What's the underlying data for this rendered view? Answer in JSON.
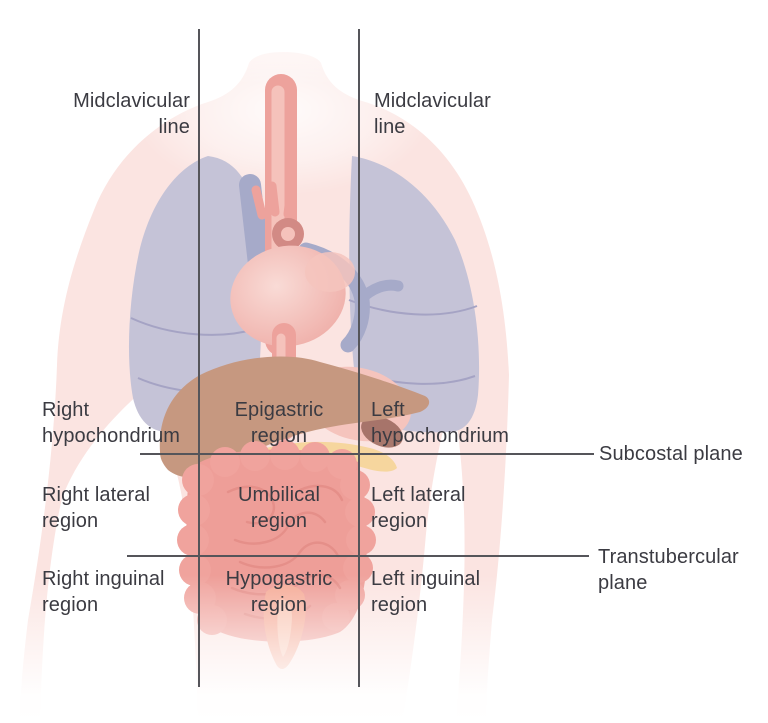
{
  "diagram": {
    "midclavicular_lines": {
      "left_label": "Midclavicular\nline",
      "right_label": "Midclavicular\nline"
    },
    "planes": {
      "subcostal": "Subcostal plane",
      "transtubercular": "Transtubercular\nplane"
    },
    "regions": {
      "right_hypochondrium": "Right\nhypochondrium",
      "epigastric": "Epigastric\nregion",
      "left_hypochondrium": "Left\nhypochondrium",
      "right_lateral": "Right lateral\nregion",
      "umbilical": "Umbilical\nregion",
      "left_lateral": "Left lateral\nregion",
      "right_inguinal": "Right inguinal\nregion",
      "hypogastric": "Hypogastric\nregion",
      "left_inguinal": "Left inguinal\nregion"
    },
    "colors": {
      "text": "#3b3b42",
      "line": "#55555a",
      "body": "#fbe4e1",
      "body_light": "#fdf0ee",
      "lung": "#c5c3d7",
      "lung_line": "#a5a3c4",
      "vessel_blue": "#a6aac9",
      "aorta": "#eda29c",
      "aorta_highlight": "#f5c2bb",
      "heart": "#efaea8",
      "heart_light": "#f9dbd6",
      "liver": "#c69880",
      "liver_dark": "#bf8f77",
      "stomach": "#f5c4bd",
      "spleen": "#9f6b61",
      "pancreas": "#f6d69e",
      "intestine": "#ee9e98",
      "intestine_bump": "#f0a39d",
      "intestine_line": "#e28b85",
      "rectum": "#f5ab97",
      "rectum_light": "#f9c5b2",
      "bg": "#ffffff"
    }
  }
}
